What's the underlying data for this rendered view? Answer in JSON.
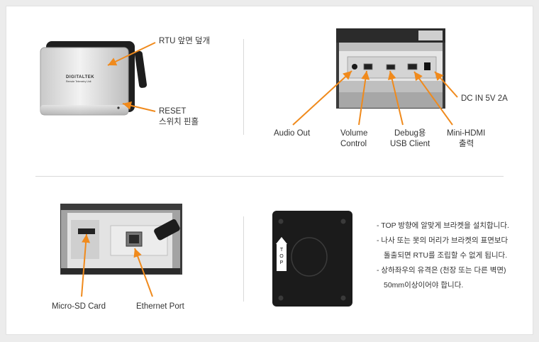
{
  "panel1": {
    "label_cover": "RTU 앞면 덮개",
    "label_reset_1": "RESET",
    "label_reset_2": "스위치 핀홀",
    "device_brand": "DIGITALTEK",
    "device_subtitle": "Remote Telemetry Unit"
  },
  "panel2": {
    "label_audio": "Audio Out",
    "label_volume_1": "Volume",
    "label_volume_2": "Control",
    "label_debug_1": "Debug용",
    "label_debug_2": "USB Client",
    "label_hdmi_1": "Mini-HDMI",
    "label_hdmi_2": "출력",
    "label_dc": "DC IN 5V 2A"
  },
  "panel3": {
    "label_sd": "Micro-SD Card",
    "label_eth": "Ethernet Port"
  },
  "panel4": {
    "top_mark": "TOP",
    "notes": [
      "- TOP 방향에 알맞게 브라켓을 설치합니다.",
      "- 나사 또는 못의 머리가 브라켓의 표면보다",
      "돌출되면 RTU를 조립할 수 없게 됩니다.",
      "- 상하좌우의 유격은 (천장 또는 다른 벽면)",
      "50mm이상이어야 합니다."
    ]
  },
  "colors": {
    "arrow": "#f08a1c",
    "background": "#ececec",
    "panel": "#ffffff"
  }
}
